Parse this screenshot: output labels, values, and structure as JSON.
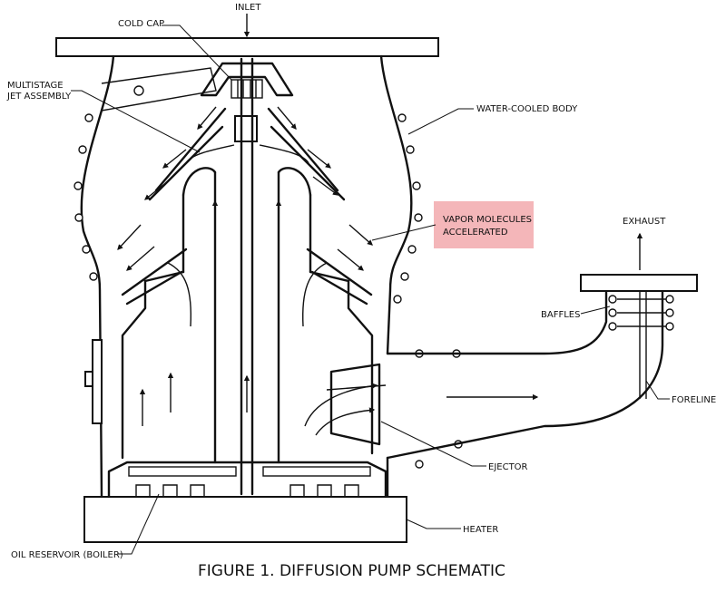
{
  "diagram": {
    "caption": "FIGURE 1. DIFFUSION PUMP SCHEMATIC",
    "labels": {
      "inlet": "INLET",
      "cold_cap": "COLD CAP",
      "multistage_line1": "MULTISTAGE",
      "multistage_line2": "JET ASSEMBLY",
      "water_cooled_body": "WATER-COOLED BODY",
      "vapor_line1": "VAPOR MOLECULES",
      "vapor_line2": "ACCELERATED",
      "exhaust": "EXHAUST",
      "baffles": "BAFFLES",
      "foreline": "FORELINE",
      "ejector": "EJECTOR",
      "heater": "HEATER",
      "oil_reservoir": "OIL RESERVOIR (BOILER)"
    },
    "highlight_color": "#f4b6b9"
  }
}
